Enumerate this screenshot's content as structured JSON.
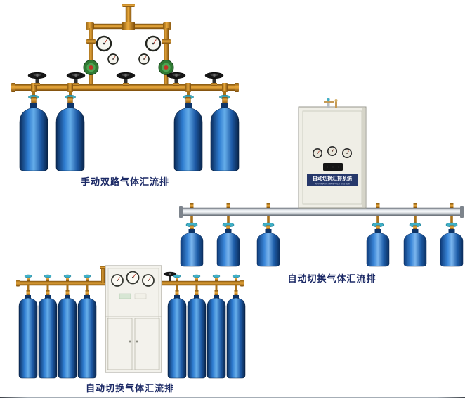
{
  "products": [
    {
      "id": "manual-dual-manifold",
      "caption": "手动双路气体汇流排",
      "cylinder_count": 4
    },
    {
      "id": "auto-switch-manifold-wall",
      "caption": "自动切换气体汇流排",
      "cabinet_label": "自动切换汇排系统",
      "cabinet_sublabel": "AUTOMATIC MANIFOLD SYSTEM",
      "cylinder_count": 6
    },
    {
      "id": "auto-switch-manifold-floor",
      "caption": "自动切换气体汇流排",
      "cylinder_count": 8
    }
  ],
  "colors": {
    "background": "#ffffff",
    "caption_text": "#1c2a66",
    "cylinder_blue_dark": "#0b2d5e",
    "cylinder_blue_light": "#66aeea",
    "brass": "#eaa93c",
    "teal_valve_knob": "#3fb0c6",
    "cabinet_body": "#efeee6",
    "regulator_green": "#2f7a33",
    "divider": "#98a1a9"
  }
}
